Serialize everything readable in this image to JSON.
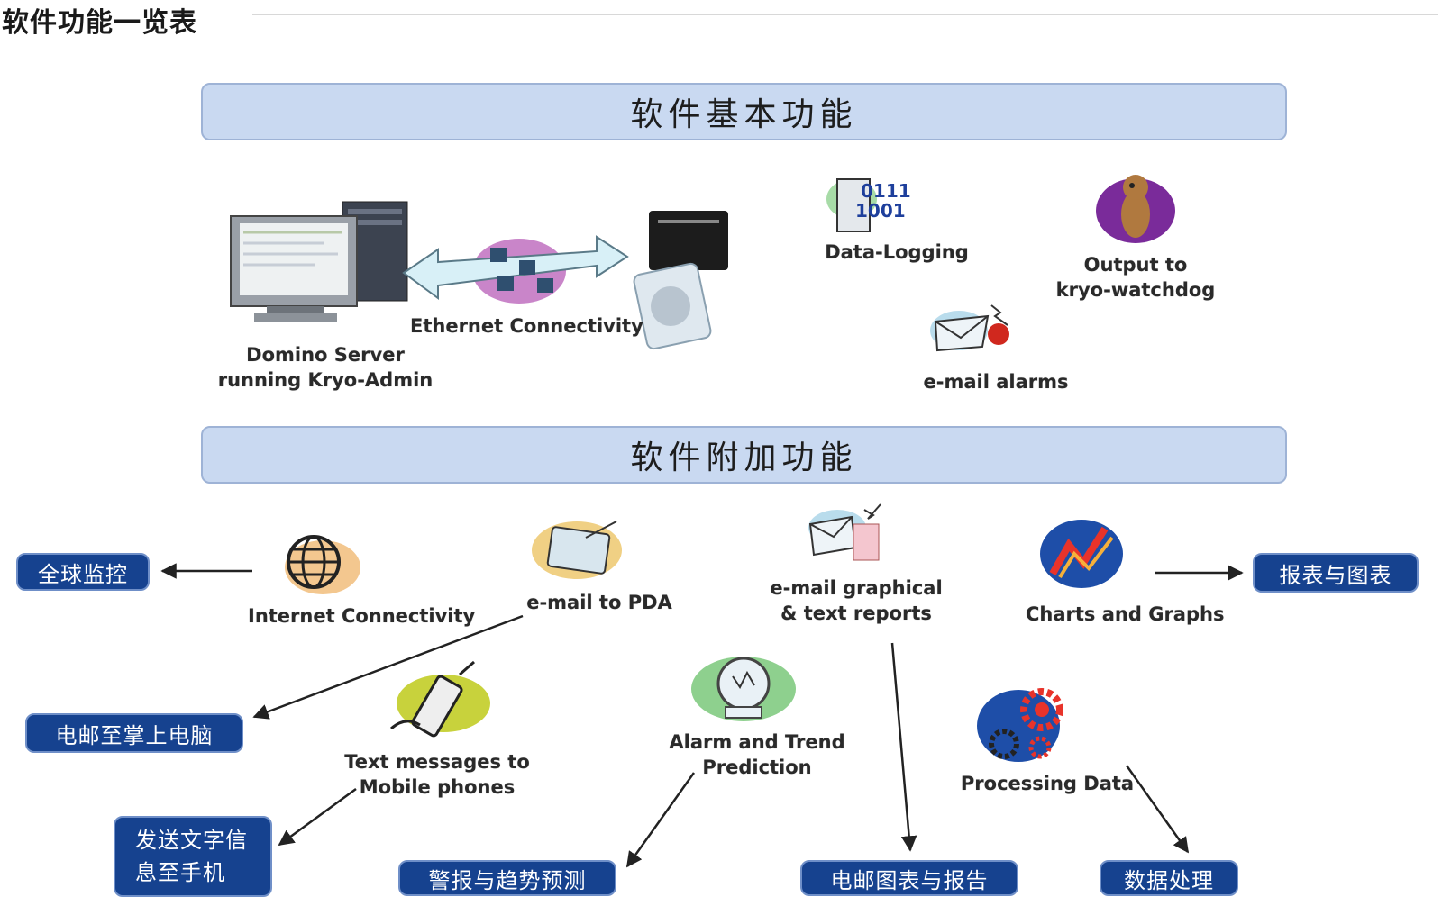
{
  "page": {
    "title": "软件功能一览表"
  },
  "sections": {
    "basic": {
      "title": "软件基本功能"
    },
    "extra": {
      "title": "软件附加功能"
    }
  },
  "basic_items": {
    "server": {
      "line1": "Domino Server",
      "line2": "running Kryo-Admin"
    },
    "ethernet": {
      "label": "Ethernet Connectivity"
    },
    "logging": {
      "label": "Data-Logging"
    },
    "watchdog": {
      "line1": "Output to",
      "line2": "kryo-watchdog"
    },
    "email_alarms": {
      "label": "e-mail alarms"
    }
  },
  "extra_items": {
    "internet": {
      "label": "Internet Connectivity"
    },
    "email_pda": {
      "label": "e-mail to PDA"
    },
    "email_reports": {
      "line1": "e-mail graphical",
      "line2": "& text reports"
    },
    "charts": {
      "label": "Charts and Graphs"
    },
    "text_messages": {
      "line1": "Text messages to",
      "line2": "Mobile phones"
    },
    "alarm_trend": {
      "line1": "Alarm and Trend",
      "line2": "Prediction"
    },
    "processing": {
      "label": "Processing Data"
    }
  },
  "callouts": {
    "global_monitoring": "全球监控",
    "reports_charts": "报表与图表",
    "email_pda_cn": "电邮至掌上电脑",
    "sms_line1": "发送文字信",
    "sms_line2": "息至手机",
    "alarm_trend_cn": "警报与趋势预测",
    "email_reports_cn": "电邮图表与报告",
    "data_processing_cn": "数据处理"
  },
  "colors": {
    "band_fill": "#c9d9f1",
    "pill_fill": "#16428f",
    "arrow": "#222222"
  }
}
